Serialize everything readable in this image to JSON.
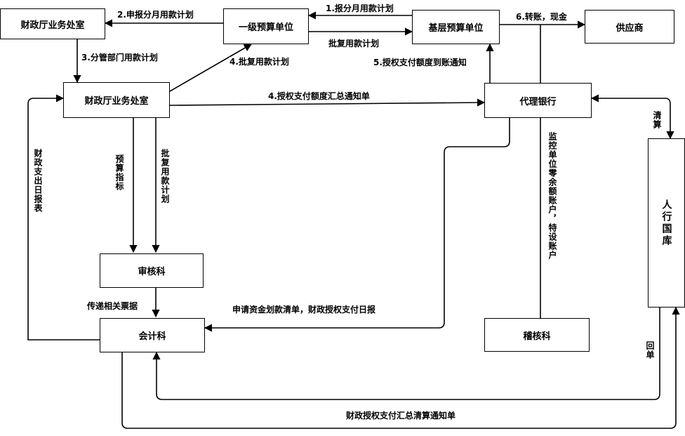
{
  "nodes": {
    "finance_office_top": "财政厅业务处室",
    "first_level_unit": "一级预算单位",
    "base_unit": "基层预算单位",
    "supplier": "供应商",
    "finance_office": "财政厅业务处室",
    "agent_bank": "代理银行",
    "audit_section": "审核科",
    "accounting_section": "会计科",
    "inspection_section": "稽核科",
    "treasury": "人行国库"
  },
  "edges": {
    "report_plan": "1.报分月用款计划",
    "apply_plan": "2.申报分月用款计划",
    "reply_plan": "批复用款计划",
    "divide_plan": "3.分管部门用款计划",
    "approve_plan": "4.批复用款计划",
    "authorize_summary": "4.授权支付额度汇总通知单",
    "quota_notice": "5.授权支付额度到账通知",
    "transfer_cash": "6.转账，现金",
    "budget_index": "预算指标",
    "approve_plan_vertical": "批复用款计划",
    "daily_report": "财政支出日报表",
    "pass_receipts": "传递相关票据",
    "fund_transfer": "申请资金划款清单，财政授权支付日报",
    "monitor_accounts": "监控单位零余额账户，特设账户",
    "clearing": "清算",
    "receipt": "回单",
    "clearing_notice": "财政授权支付汇总清算通知单"
  }
}
